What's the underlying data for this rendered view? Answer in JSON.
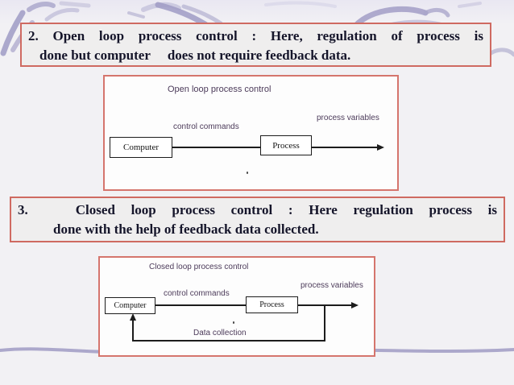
{
  "box2": {
    "line1": "2. Open loop process control : Here, regulation of process is",
    "line2": "done but computer     does not require feedback data."
  },
  "box3": {
    "line1": "3.   Closed loop process control : Here regulation process is",
    "line2": "done with the help of feedback data collected."
  },
  "open_loop": {
    "title": "Open loop process control",
    "control_commands": "control commands",
    "process_variables": "process variables",
    "computer": "Computer",
    "process": "Process"
  },
  "closed_loop": {
    "title": "Closed loop process control",
    "control_commands": "control commands",
    "process_variables": "process variables",
    "data_collection": "Data collection",
    "computer": "Computer",
    "process": "Process"
  },
  "colors": {
    "box_border": "#cf6a61",
    "label_purple": "#4c3b5a",
    "decor_purple": "#a4a0c7",
    "decor_purple_light": "#c2bfda"
  }
}
